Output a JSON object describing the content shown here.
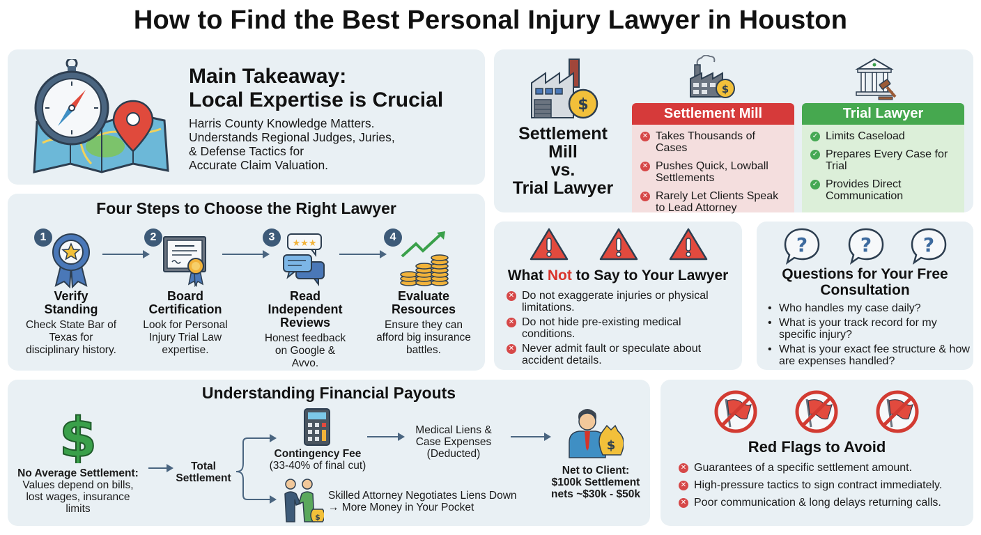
{
  "title": "How to Find the Best Personal Injury Lawyer in Houston",
  "takeaway": {
    "heading_line1": "Main Takeaway:",
    "heading_line2": "Local Expertise is Crucial",
    "body_lines": [
      "Harris County Knowledge Matters.",
      "Understands Regional Judges, Juries,",
      "& Defense Tactics for",
      "Accurate Claim Valuation."
    ],
    "icons": [
      "compass-icon",
      "map-pin-icon",
      "map-icon"
    ]
  },
  "steps": {
    "heading": "Four Steps to Choose the Right Lawyer",
    "items": [
      {
        "number": "1",
        "icon": "award-ribbon-icon",
        "title_line1": "Verify",
        "title_line2": "Standing",
        "title_line3": "",
        "desc": "Check State Bar of Texas for disciplinary history."
      },
      {
        "number": "2",
        "icon": "certificate-icon",
        "title_line1": "Board",
        "title_line2": "Certification",
        "title_line3": "",
        "desc": "Look for Personal Injury Trial Law expertise."
      },
      {
        "number": "3",
        "icon": "reviews-chat-icon",
        "title_line1": "Read",
        "title_line2": "Independent",
        "title_line3": "Reviews",
        "desc": "Honest feedback on Google & Avvo."
      },
      {
        "number": "4",
        "icon": "coins-growth-icon",
        "title_line1": "Evaluate",
        "title_line2": "Resources",
        "title_line3": "",
        "desc": "Ensure they can afford big insurance battles."
      }
    ]
  },
  "compare": {
    "left_title_lines": [
      "Settlement",
      "Mill",
      "vs.",
      "Trial Lawyer"
    ],
    "settlement_mill": {
      "header": "Settlement Mill",
      "color": "#d63a3a",
      "bg": "#f4dede",
      "items": [
        "Takes Thousands of Cases",
        "Pushes Quick, Lowball Settlements",
        "Rarely Let Clients Speak to Lead Attorney"
      ]
    },
    "trial_lawyer": {
      "header": "Trial Lawyer",
      "color": "#46a84f",
      "bg": "#dcefd9",
      "items": [
        "Limits Caseload",
        "Prepares Every Case for Trial",
        "Provides Direct Communication"
      ]
    }
  },
  "not_say": {
    "heading_pre": "What ",
    "heading_red": "Not",
    "heading_post": " to Say to Your Lawyer",
    "items": [
      "Do not exaggerate injuries or physical limitations.",
      "Do not hide pre-existing medical conditions.",
      "Never admit fault or speculate about accident details."
    ]
  },
  "questions": {
    "heading_line1": "Questions for Your Free",
    "heading_line2": "Consultation",
    "items": [
      "Who handles my case daily?",
      "What is your track record for my specific injury?",
      "What is your exact fee structure & how are expenses handled?"
    ]
  },
  "finance": {
    "heading": "Understanding Financial Payouts",
    "no_average_title": "No Average Settlement:",
    "no_average_desc": "Values depend on bills, lost wages, insurance limits",
    "total_line1": "Total",
    "total_line2": "Settlement",
    "contingency_title": "Contingency Fee",
    "contingency_desc": "(33-40% of final cut)",
    "liens_line1": "Medical Liens &",
    "liens_line2": "Case Expenses",
    "liens_line3": "(Deducted)",
    "negotiate_line1": "Skilled Attorney Negotiates Liens Down",
    "negotiate_line2": "→ More Money in Your Pocket",
    "net_title": "Net to Client:",
    "net_line1": "$100k Settlement",
    "net_line2": "nets ~$30k - $50k"
  },
  "red_flags": {
    "heading": "Red Flags to Avoid",
    "items": [
      "Guarantees of a specific settlement amount.",
      "High-pressure tactics to sign contract immediately.",
      "Poor communication & long delays returning calls."
    ]
  }
}
